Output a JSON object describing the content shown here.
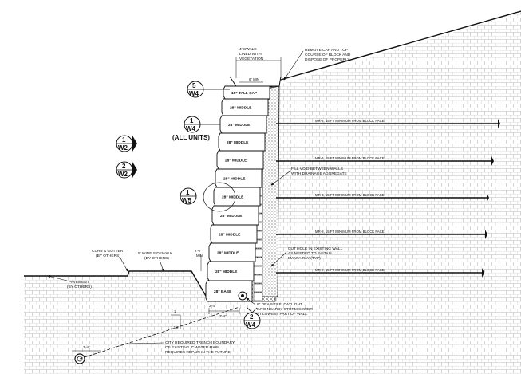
{
  "notes": {
    "swale": [
      "4' SWALE",
      "LINED WITH",
      "VEGETATION"
    ],
    "remove_cap": [
      "REMOVE CAP AND TOP",
      "COURSE OF BLOCK AND",
      "DISPOSE OF PROPERLY"
    ],
    "fill_void": [
      "FILL VOID BETWEEN WALLS",
      "WITH DRAINAGE AGGREGATE"
    ],
    "cut_hole": [
      "CUT HOLE IN EXISTING WALL",
      "AS NEEDED TO INSTALL",
      "MANTA RAY (TYP)"
    ],
    "curb": [
      "CURB & GUTTER",
      "(BY OTHERS)"
    ],
    "sidewalk": [
      "5' WIDE SIDEWALK",
      "(BY OTHERS)"
    ],
    "pavement": [
      "PAVEMENT",
      "(BY OTHERS)"
    ],
    "drain": [
      "6\" DRAINTILE, DAYLIGHT",
      "INTO NEARBY STORM SEWER",
      "AT LOWEST PART OF WALL"
    ],
    "trench": [
      "CITY REQUIRED TRENCH BOUNDARY",
      "OF EXISTING 8\" WATER MAIN",
      "REQUIRES REPAIR IN THE FUTURE"
    ]
  },
  "dims": {
    "min6": "6\" MIN",
    "ft2_min": [
      "2'-0\"",
      "MIN"
    ],
    "ft2_4": "2'-4\"",
    "ft3_4": "3'-4\"",
    "ratio": [
      "1",
      "1 1/2"
    ]
  },
  "blocks": [
    "15\" TALL CAP",
    "28\" MIDDLE",
    "28\" MIDDLE",
    "28\" MIDDLE",
    "28\" MIDDLE",
    "28\" MIDDLE",
    "28\" MIDDLE",
    "28\" MIDDLE",
    "28\" MIDDLE",
    "28\" MIDDLE",
    "28\" MIDDLE",
    "28\" BASE"
  ],
  "anchors": [
    "MR-3, 15 FT MINIMUM FROM BLOCK FACE",
    "MR-3, 15 FT MINIMUM FROM BLOCK FACE",
    "MR-3, 15 FT MINIMUM FROM BLOCK FACE",
    "MR-2, 15 FT MINIMUM FROM BLOCK FACE",
    "MR-2, 15 FT MINIMUM FROM BLOCK FACE"
  ],
  "callouts": [
    {
      "num": "5",
      "sheet": "W4"
    },
    {
      "num": "1",
      "sheet": "W4",
      "sub": "(ALL UNITS)"
    },
    {
      "num": "1",
      "sheet": "W2"
    },
    {
      "num": "2",
      "sheet": "W2"
    },
    {
      "num": "1",
      "sheet": "W5"
    },
    {
      "num": "2",
      "sheet": "W4"
    }
  ]
}
